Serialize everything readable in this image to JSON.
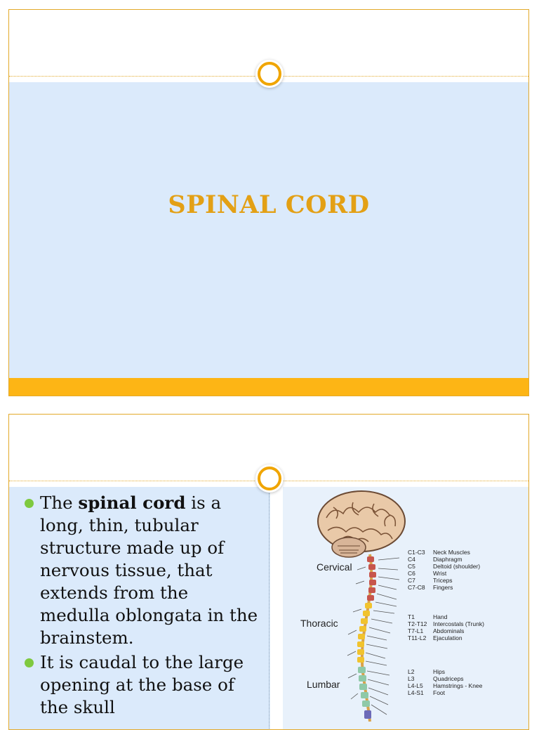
{
  "slide1": {
    "title": "SPINAL CORD"
  },
  "slide2": {
    "bullets": [
      {
        "before": "The ",
        "bold": "spinal cord",
        "after": " is a long, thin, tubular structure made up of nervous tissue, that extends from the medulla oblongata in the brainstem."
      },
      {
        "text": "It is caudal to the large opening at the base of the skull"
      }
    ],
    "figure": {
      "regions": [
        "Cervical",
        "Thoracic",
        "Lumbar"
      ],
      "segments": [
        {
          "level": "C1-C3",
          "function": "Neck Muscles"
        },
        {
          "level": "C4",
          "function": "Diaphragm"
        },
        {
          "level": "C5",
          "function": "Deltoid (shoulder)"
        },
        {
          "level": "C6",
          "function": "Wrist"
        },
        {
          "level": "C7",
          "function": "Triceps"
        },
        {
          "level": "C7-C8",
          "function": "Fingers"
        },
        {
          "level": "T1",
          "function": "Hand"
        },
        {
          "level": "T2-T12",
          "function": "Intercostals (Trunk)"
        },
        {
          "level": "T7-L1",
          "function": "Abdominals"
        },
        {
          "level": "T11-L2",
          "function": "Ejaculation"
        },
        {
          "level": "L2",
          "function": "Hips"
        },
        {
          "level": "L3",
          "function": "Quadriceps"
        },
        {
          "level": "L4-L5",
          "function": "Hamstrings - Knee"
        },
        {
          "level": "L4-S1",
          "function": "Foot"
        }
      ]
    }
  },
  "colors": {
    "accent": "#fdb515",
    "title": "#e3a015",
    "band": "#dbeafb",
    "bullet": "#7ec93f"
  }
}
